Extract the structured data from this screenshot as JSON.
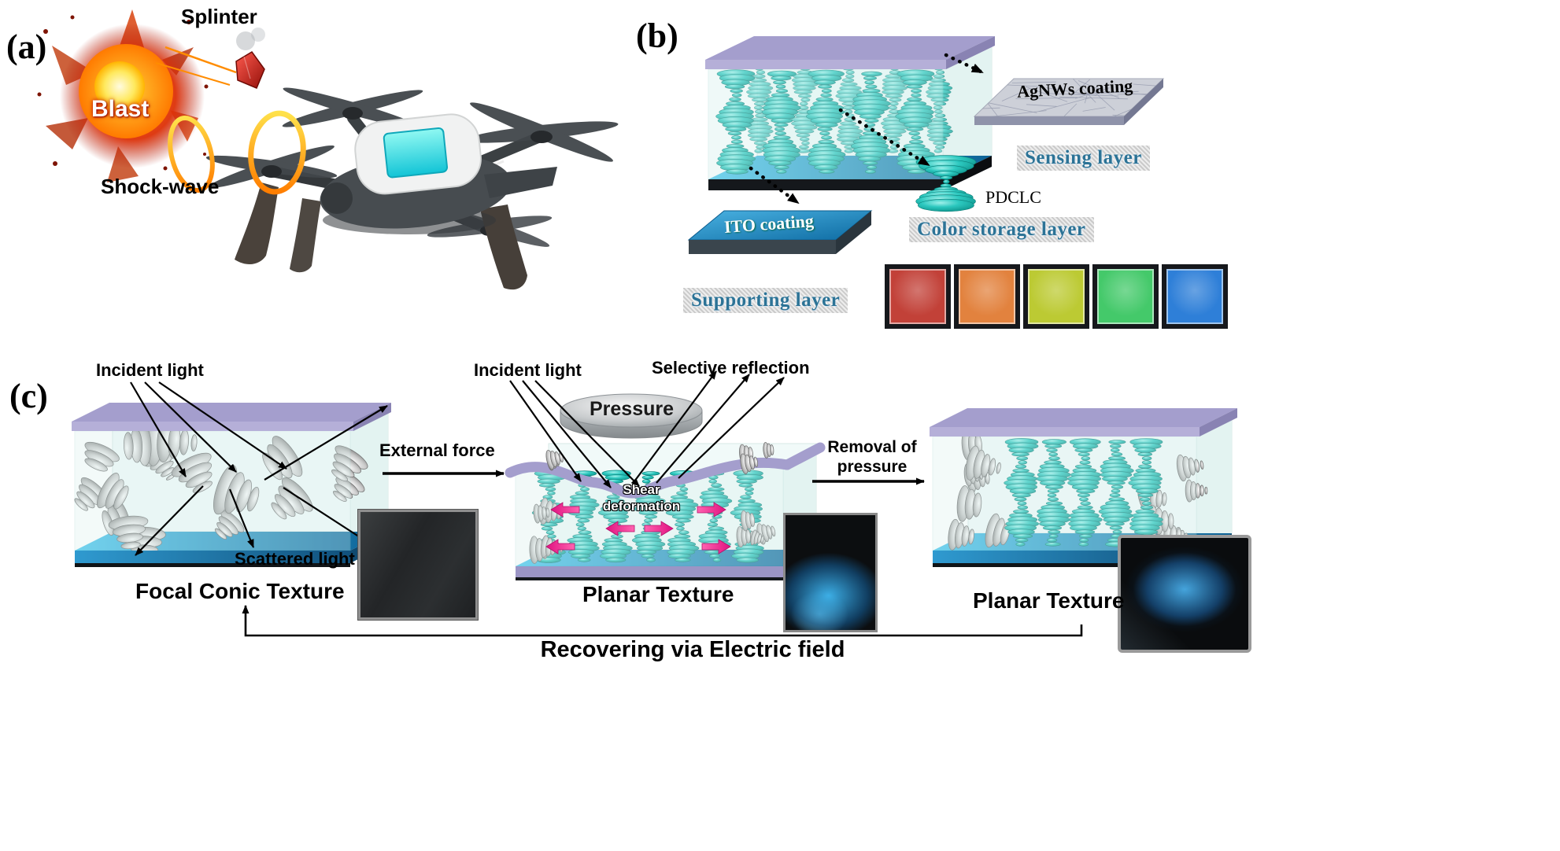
{
  "colors": {
    "teal": "#2cc8bf",
    "lavender": "#a49ecd",
    "blue_floor": "#1a86c0",
    "magenta": "#e8308a",
    "swatches": [
      "#c24138",
      "#e2823e",
      "#bcca33",
      "#44c96a",
      "#2e7fd8"
    ]
  },
  "panel_a": {
    "label": "(a)",
    "splinter": "Splinter",
    "blast": "Blast",
    "shock_wave": "Shock-wave"
  },
  "panel_b": {
    "label": "(b)",
    "agnws": "AgNWs coating",
    "sensing": "Sensing layer",
    "pdclc": "PDCLC",
    "color_storage": "Color storage layer",
    "ito": "ITO coating",
    "supporting": "Supporting layer"
  },
  "panel_c": {
    "label": "(c)",
    "incident_left": "Incident light",
    "scattered": "Scattered light",
    "focal_conic": "Focal Conic Texture",
    "external_force": "External force",
    "incident_mid": "Incident light",
    "selective_reflection": "Selective reflection",
    "pressure": "Pressure",
    "shear_line1": "Shear",
    "shear_line2": "deformation",
    "planar_mid": "Planar Texture",
    "removal_line1": "Removal of",
    "removal_line2": "pressure",
    "planar_right": "Planar Texture",
    "recovering": "Recovering via Electric field"
  }
}
